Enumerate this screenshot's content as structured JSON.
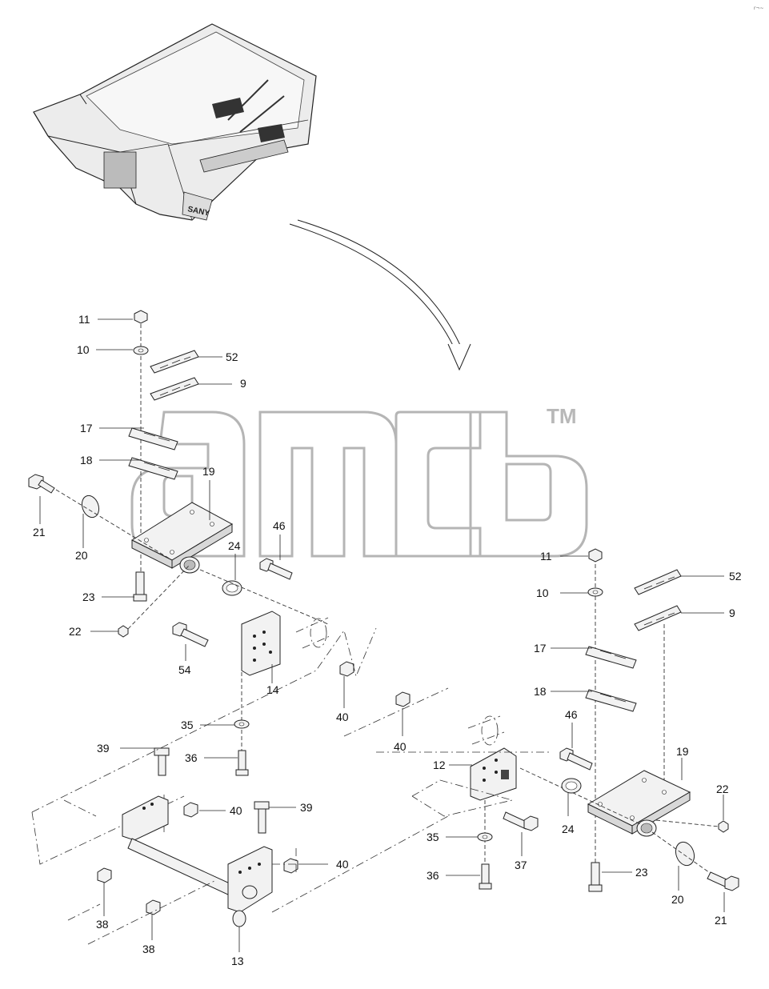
{
  "watermark": {
    "mark": "TM"
  },
  "corner_note": "r¬~",
  "callouts": {
    "c11a": "11",
    "c10a": "10",
    "c52a": "52",
    "c9a": "9",
    "c17a": "17",
    "c18a": "18",
    "c19a": "19",
    "c21a": "21",
    "c20a": "20",
    "c46a": "46",
    "c24a": "24",
    "c23a": "23",
    "c22a": "22",
    "c54": "54",
    "c14": "14",
    "c40a": "40",
    "c35a": "35",
    "c39a": "39",
    "c36a": "36",
    "c40b": "40",
    "c39b": "39",
    "c40c": "40",
    "c38a": "38",
    "c38b": "38",
    "c13": "13",
    "c40d": "40",
    "c12": "12",
    "c35b": "35",
    "c37": "37",
    "c36b": "36",
    "c46b": "46",
    "c24b": "24",
    "c11b": "11",
    "c10b": "10",
    "c52b": "52",
    "c9b": "9",
    "c17b": "17",
    "c18b": "18",
    "c19b": "19",
    "c22b": "22",
    "c23b": "23",
    "c20b": "20",
    "c21b": "21"
  }
}
